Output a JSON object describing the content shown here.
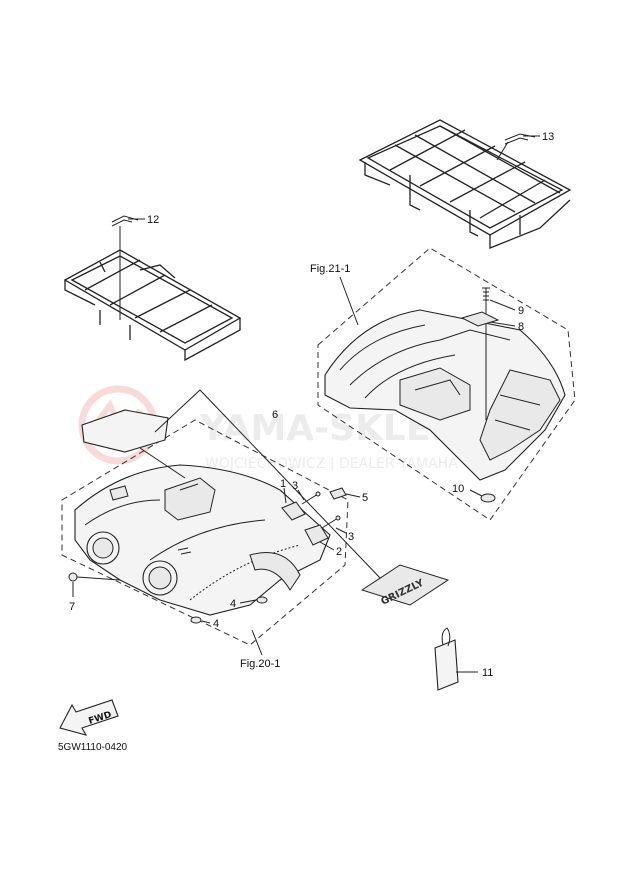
{
  "diagram_code": "5GW1110-0420",
  "watermark": {
    "brand": "YAMA-SKLEP.PL",
    "subtitle": "WOJCIECHOWICZ | DEALER YAMAHA",
    "color": "#e23a3a"
  },
  "figure_refs": {
    "front": "Fig.20-1",
    "rear": "Fig.21-1"
  },
  "fwd_label": "FWD",
  "callouts": {
    "c1": "1",
    "c2": "2",
    "c3a": "3",
    "c3b": "3",
    "c4a": "4",
    "c4b": "4",
    "c5": "5",
    "c6": "6",
    "c7": "7",
    "c8": "8",
    "c9": "9",
    "c10": "10",
    "c11": "11",
    "c12": "12",
    "c13": "13"
  },
  "decal_text": "GRIZZLY"
}
